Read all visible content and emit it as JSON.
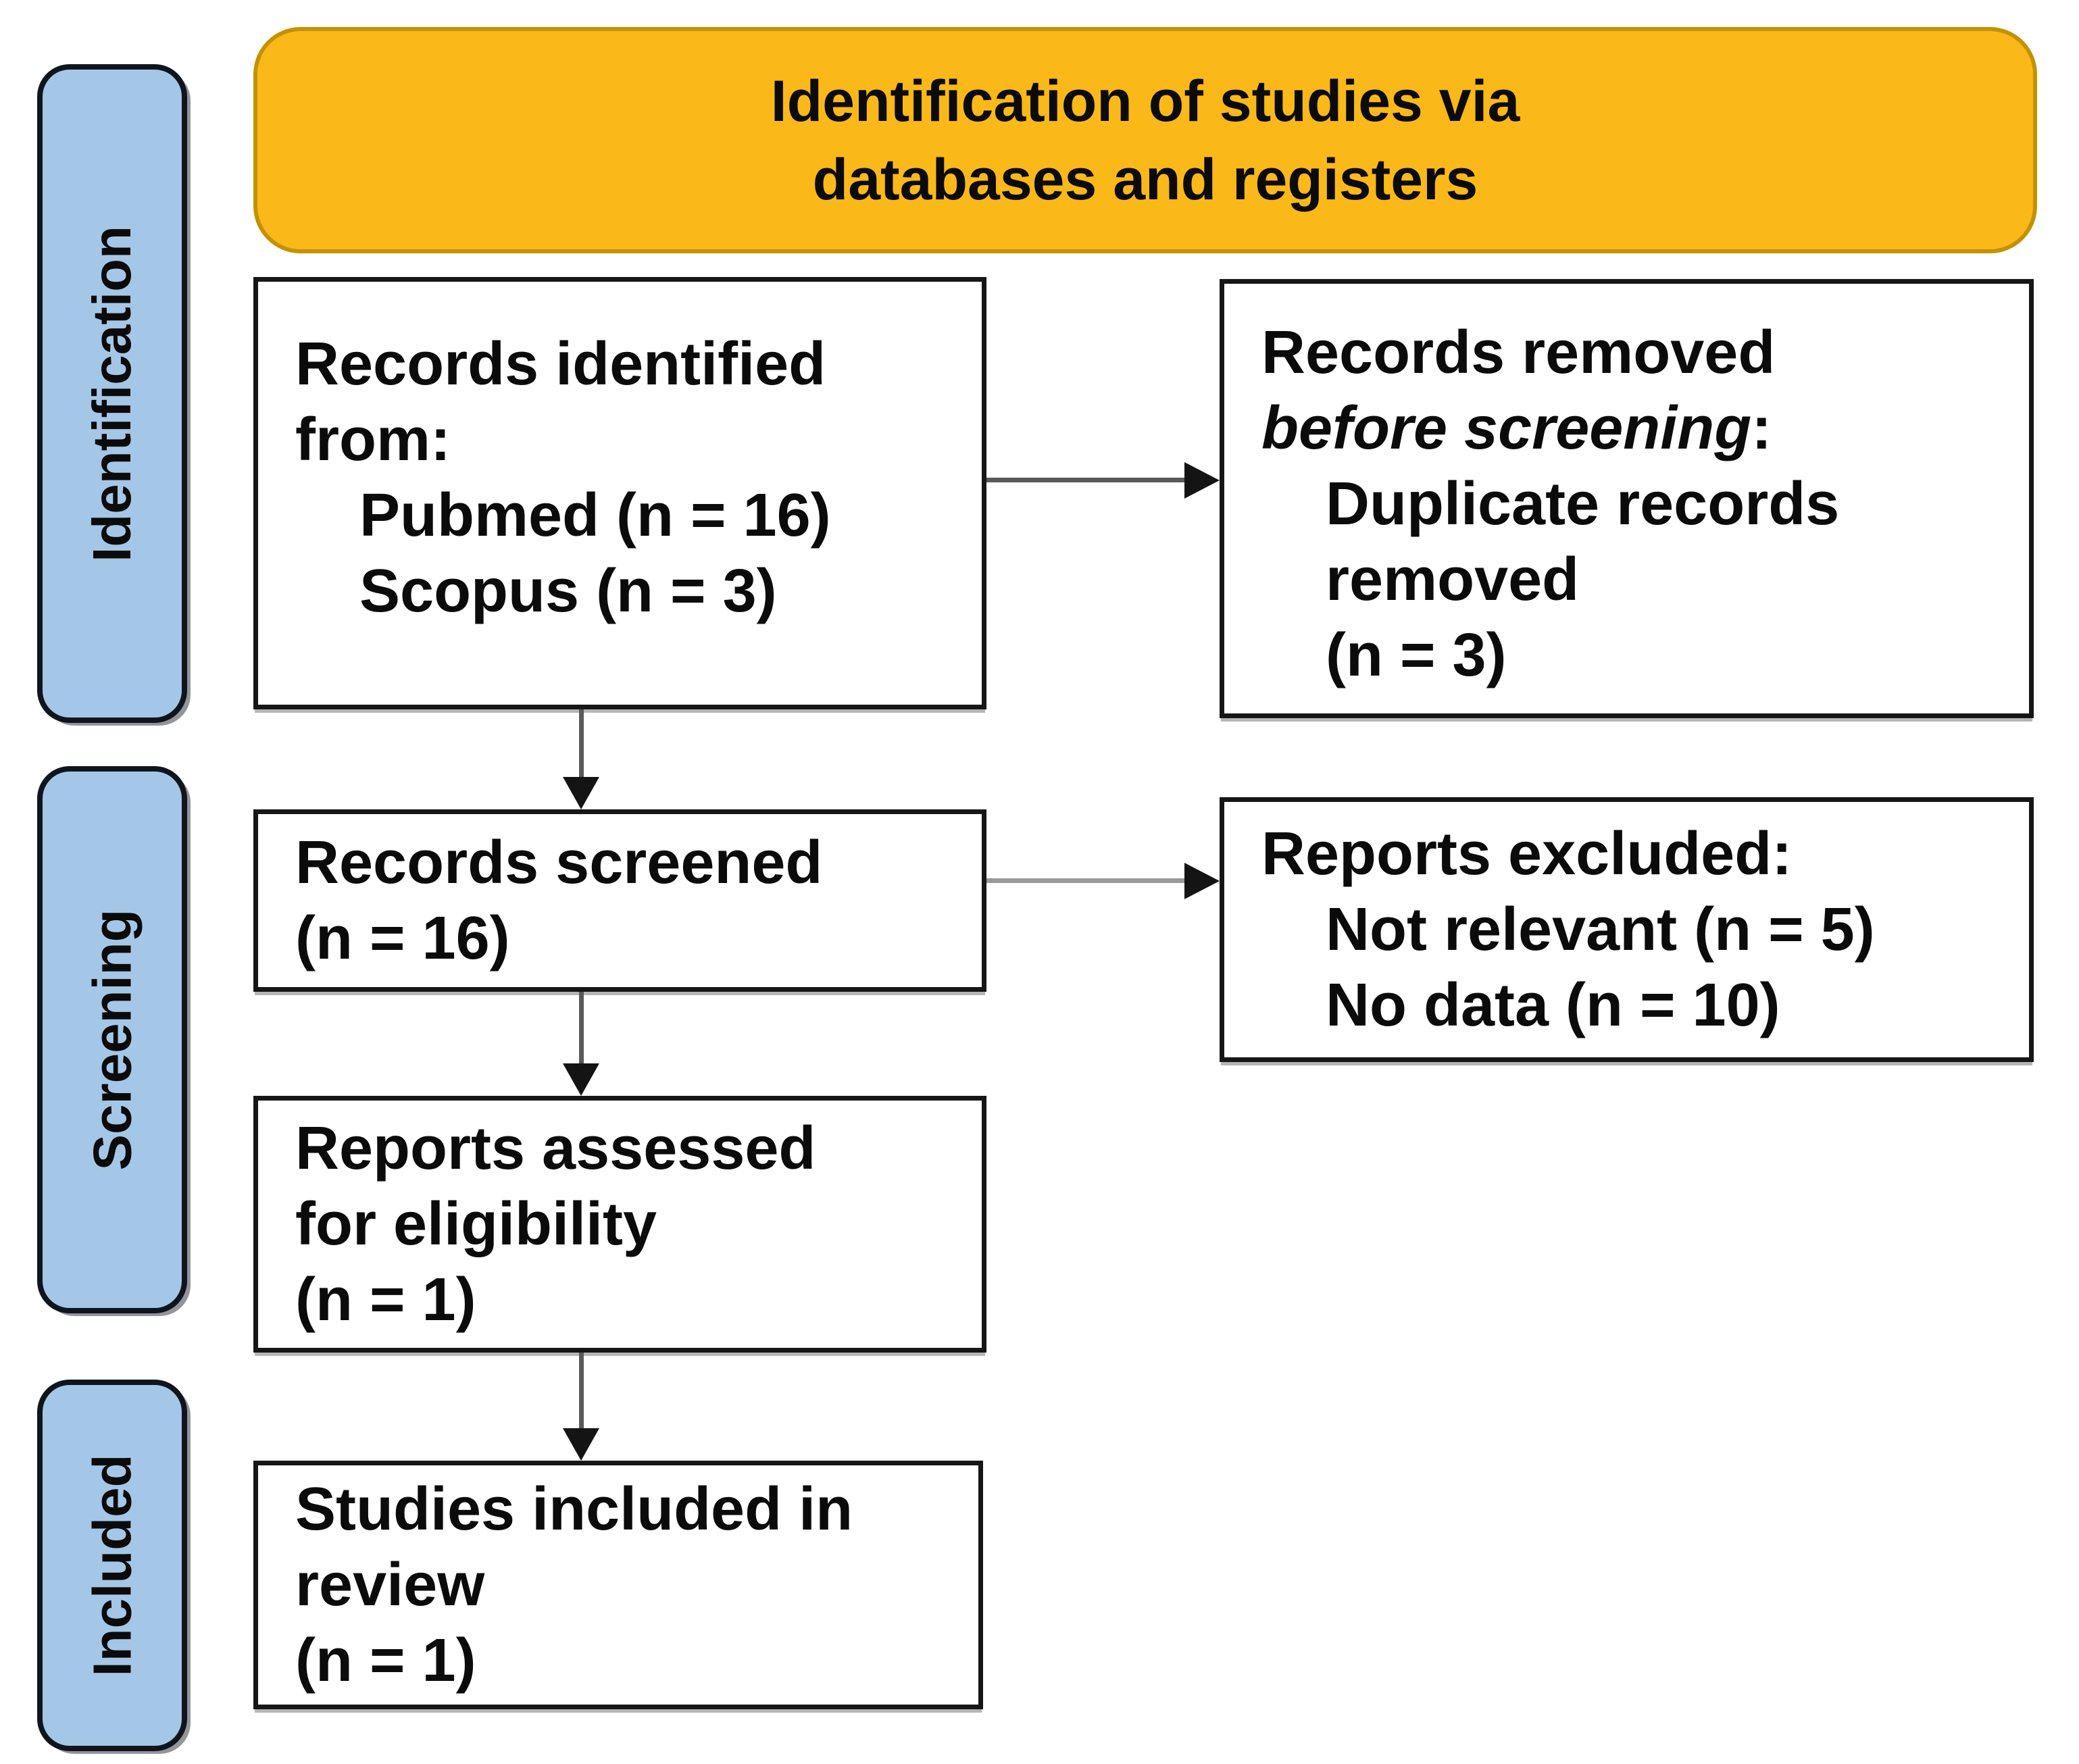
{
  "header": {
    "line1": "Identification of studies via",
    "line2": "databases and registers"
  },
  "stages": {
    "identification": "Identification",
    "screening": "Screening",
    "included": "Included"
  },
  "boxes": {
    "identified": {
      "lines": [
        "Records identified",
        "from:"
      ],
      "sub_lines": [
        "Pubmed (n = 16)",
        "Scopus (n = 3)"
      ]
    },
    "removed": {
      "line1": "Records removed",
      "line2_italic": "before screening",
      "line2_colon": ":",
      "sub_lines": [
        "Duplicate records",
        "removed",
        "(n = 3)"
      ]
    },
    "screened": {
      "lines": [
        "Records screened",
        "(n = 16)"
      ]
    },
    "excluded": {
      "line1": "Reports excluded:",
      "sub_lines": [
        "Not relevant (n = 5)",
        "No data (n = 10)"
      ]
    },
    "assessed": {
      "lines": [
        "Reports assessed",
        "for eligibility",
        "(n = 1)"
      ]
    },
    "included": {
      "lines": [
        "Studies included in",
        "review",
        "(n = 1)"
      ]
    }
  },
  "colors": {
    "header_fill": "#FBB819",
    "header_border": "#C49100",
    "stage_fill": "#A5C7E7",
    "stage_border": "#10151D",
    "box_fill": "#FFFFFF",
    "box_border": "#161616",
    "text": "#0B0B0B",
    "arrow_line": "#5A5A5A",
    "arrow_line_light": "#9A9A9A",
    "arrow_head": "#141414",
    "background": "#FFFFFF"
  }
}
